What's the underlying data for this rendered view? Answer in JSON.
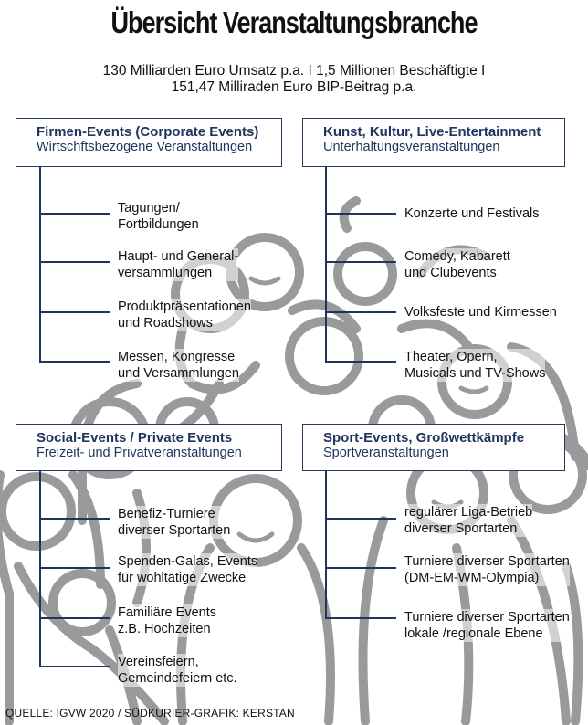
{
  "title": "Übersicht Veranstaltungsbranche",
  "stats": {
    "line1": "130 Milliarden Euro Umsatz p.a. I 1,5 Millionen Beschäftigte I",
    "line2": "151,47 Milliraden Euro BIP-Beitrag p.a."
  },
  "categories": [
    {
      "title": "Firmen-Events (Corporate Events)",
      "subtitle": "Wirtschftsbezogene Veranstaltungen",
      "items": [
        [
          "Tagungen/",
          "Fortbildungen"
        ],
        [
          "Haupt- und General-",
          "versammlungen"
        ],
        [
          "Produktpräsentationen",
          "und Roadshows"
        ],
        [
          "Messen, Kongresse",
          "und Versammlungen"
        ]
      ]
    },
    {
      "title": "Kunst, Kultur, Live-Entertainment",
      "subtitle": "Unterhaltungsveranstaltungen",
      "items": [
        [
          "Konzerte und Festivals"
        ],
        [
          "Comedy, Kabarett",
          "und Clubevents"
        ],
        [
          "Volksfeste und Kirmessen"
        ],
        [
          "Theater, Opern,",
          "Musicals und TV-Shows"
        ]
      ]
    },
    {
      "title": "Social-Events / Private Events",
      "subtitle": "Freizeit- und Privatveranstaltungen",
      "items": [
        [
          "Benefiz-Turniere",
          "diverser Sportarten"
        ],
        [
          "Spenden-Galas, Events",
          "für wohltätige Zwecke"
        ],
        [
          "Familiäre Events",
          "z.B. Hochzeiten"
        ],
        [
          "Vereinsfeiern,",
          "Gemeindefeiern etc."
        ]
      ]
    },
    {
      "title": "Sport-Events, Großwettkämpfe",
      "subtitle": "Sportveranstaltungen",
      "items": [
        [
          "regulärer Liga-Betrieb",
          "diverser Sportarten"
        ],
        [
          "Turniere diverser Sportarten",
          "(DM-EM-WM-Olympia)"
        ],
        [
          "Turniere diverser Sportarten",
          "lokale /regionale Ebene"
        ]
      ]
    }
  ],
  "source": "QUELLE: IGVW 2020 / SÜDKURIER-GRAFIK: KERSTAN"
}
